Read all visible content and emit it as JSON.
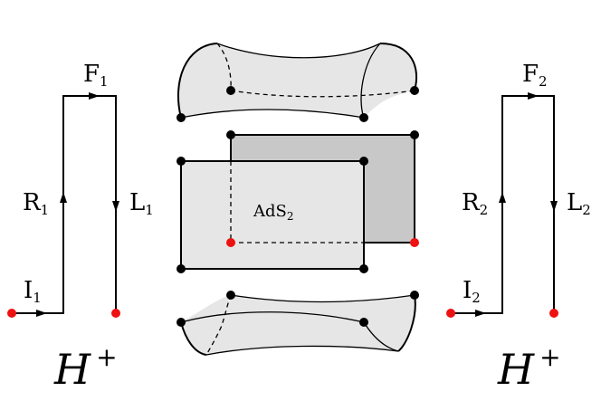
{
  "colors": {
    "ink": "#000000",
    "surface_light": "#e6e6e6",
    "surface_dark": "#c8c8c8",
    "endpoint_red": "#ee1111",
    "vertex_black": "#000000"
  },
  "left_path": {
    "segments": [
      {
        "letter": "I",
        "sub": "1"
      },
      {
        "letter": "R",
        "sub": "1"
      },
      {
        "letter": "F",
        "sub": "1"
      },
      {
        "letter": "L",
        "sub": "1"
      }
    ],
    "horizon": {
      "base": "H",
      "sup": "+"
    }
  },
  "center": {
    "ads": {
      "base": "AdS",
      "sub": "2"
    }
  },
  "right_path": {
    "segments": [
      {
        "letter": "I",
        "sub": "2"
      },
      {
        "letter": "R",
        "sub": "2"
      },
      {
        "letter": "F",
        "sub": "2"
      },
      {
        "letter": "L",
        "sub": "2"
      }
    ],
    "horizon": {
      "base": "H",
      "sup": "+"
    }
  }
}
